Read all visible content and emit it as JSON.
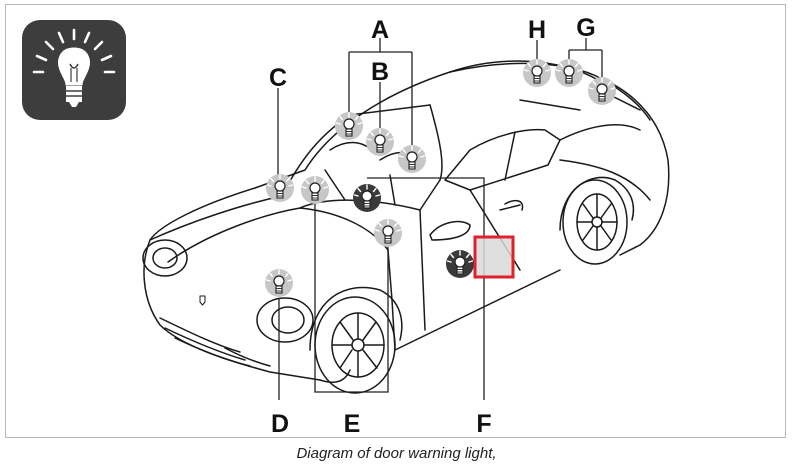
{
  "caption": "Diagram of door warning light,",
  "labels": {
    "a": "A",
    "b": "B",
    "c": "C",
    "d": "D",
    "e": "E",
    "f": "F",
    "g": "G",
    "h": "H"
  },
  "colors": {
    "highlight": "#e0202a",
    "bulb_dark": "#3a3a3a",
    "bulb_light": "#bdbdbd"
  }
}
